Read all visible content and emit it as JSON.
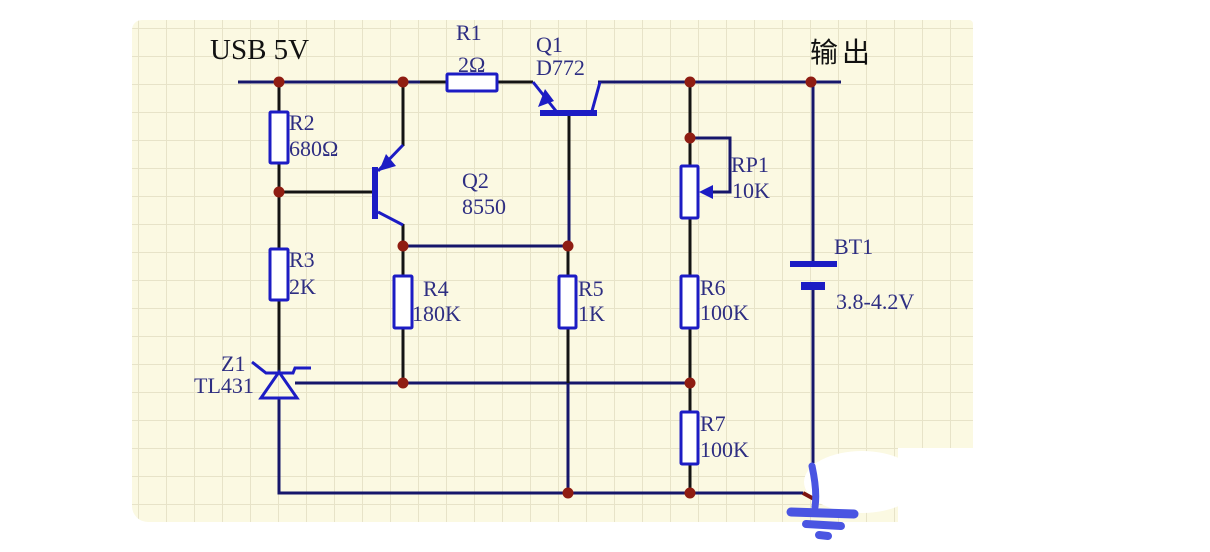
{
  "colors": {
    "paper": "#fbf9e2",
    "grid": "#e7e3c8",
    "wire": "#16166b",
    "pin": "#141414",
    "component": "#1c1cc4",
    "label": "#2e2e82",
    "junction": "#8f1d12",
    "ground": "#4a55e2",
    "text": "#111111"
  },
  "nets": {
    "input_label": "USB 5V",
    "output_label": "输出"
  },
  "components": {
    "R1": {
      "ref": "R1",
      "value": "2Ω"
    },
    "R2": {
      "ref": "R2",
      "value": "680Ω"
    },
    "R3": {
      "ref": "R3",
      "value": "2K"
    },
    "R4": {
      "ref": "R4",
      "value": "180K"
    },
    "R5": {
      "ref": "R5",
      "value": "1K"
    },
    "R6": {
      "ref": "R6",
      "value": "100K"
    },
    "R7": {
      "ref": "R7",
      "value": "100K"
    },
    "RP1": {
      "ref": "RP1",
      "value": "10K"
    },
    "Q1": {
      "ref": "Q1",
      "value": "D772"
    },
    "Q2": {
      "ref": "Q2",
      "value": "8550"
    },
    "Z1": {
      "ref": "Z1",
      "value": "TL431"
    },
    "BT1": {
      "ref": "BT1",
      "value": "3.8-4.2V"
    }
  }
}
